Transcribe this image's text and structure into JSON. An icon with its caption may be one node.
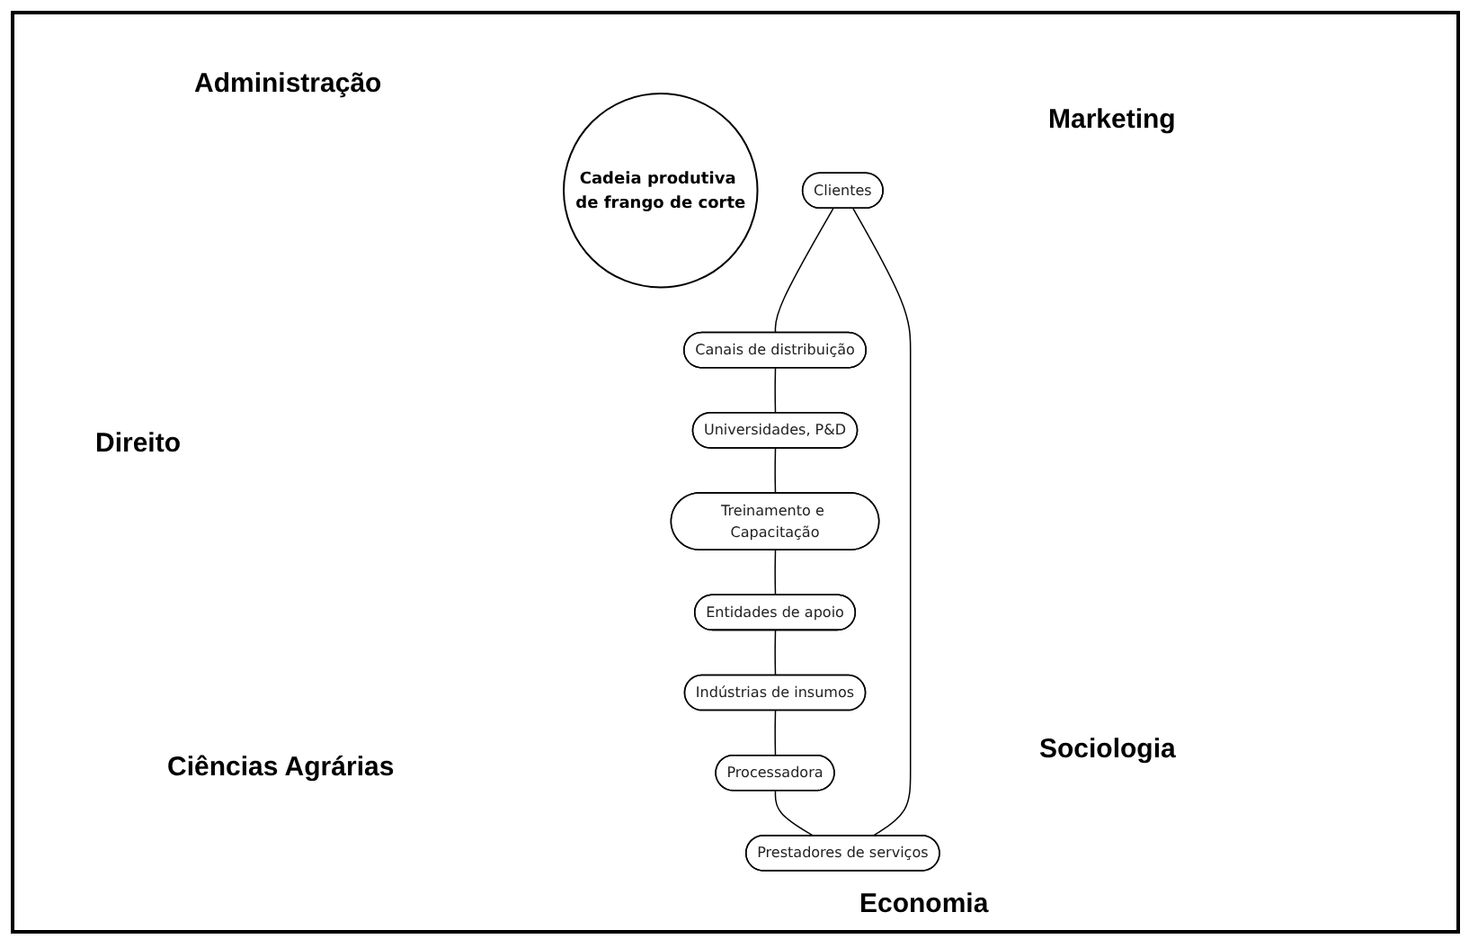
{
  "diagram": {
    "nodes": [
      {
        "text": [
          "Cadeia produtiva de frango de corte"
        ]
      },
      {
        "text": [
          "Clientes"
        ]
      },
      {
        "text": [
          "Canais de distribuição"
        ]
      },
      {
        "text": [
          "Universidades, P&D"
        ]
      },
      {
        "text": [
          "Treinamento e Capacitação"
        ]
      },
      {
        "text": [
          "Entidades de apoio"
        ]
      },
      {
        "text": [
          "Indústrias de insumos"
        ]
      },
      {
        "text": [
          "Processadora"
        ]
      },
      {
        "text": [
          "Prestadores de serviços"
        ]
      }
    ],
    "edges": [
      {
        "from": 1,
        "to": 2,
        "arrow": "none"
      },
      {
        "from": 2,
        "to": 3,
        "arrow": "none"
      },
      {
        "from": 3,
        "to": 4,
        "arrow": "none"
      },
      {
        "from": 4,
        "to": 5,
        "arrow": "none"
      },
      {
        "from": 5,
        "to": 6,
        "arrow": "none"
      },
      {
        "from": 6,
        "to": 7,
        "arrow": "none"
      },
      {
        "from": 7,
        "to": 8,
        "arrow": "none"
      },
      {
        "from": 8,
        "to": 1,
        "arrow": "none"
      }
    ],
    "labels": [
      "Administração",
      "Marketing",
      "Direito",
      "Ciências Agrárias",
      "Sociologia",
      "Economia"
    ]
  }
}
